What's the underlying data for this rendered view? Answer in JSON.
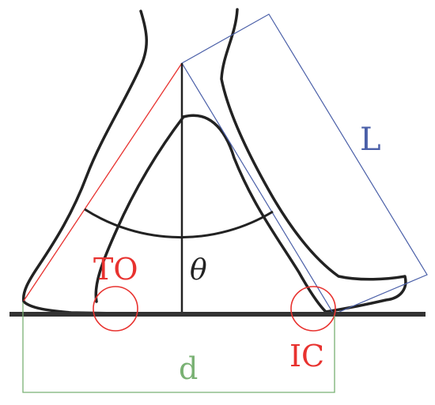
{
  "labels": {
    "leg_length": "L",
    "angle": "θ",
    "toe_off": "TO",
    "initial_contact": "IC",
    "step_distance": "d"
  },
  "colors": {
    "outline": "#222222",
    "ground": "#333333",
    "red": "#e8322f",
    "blue": "#4a5fa8",
    "green": "#79b173",
    "background": "#ffffff"
  }
}
